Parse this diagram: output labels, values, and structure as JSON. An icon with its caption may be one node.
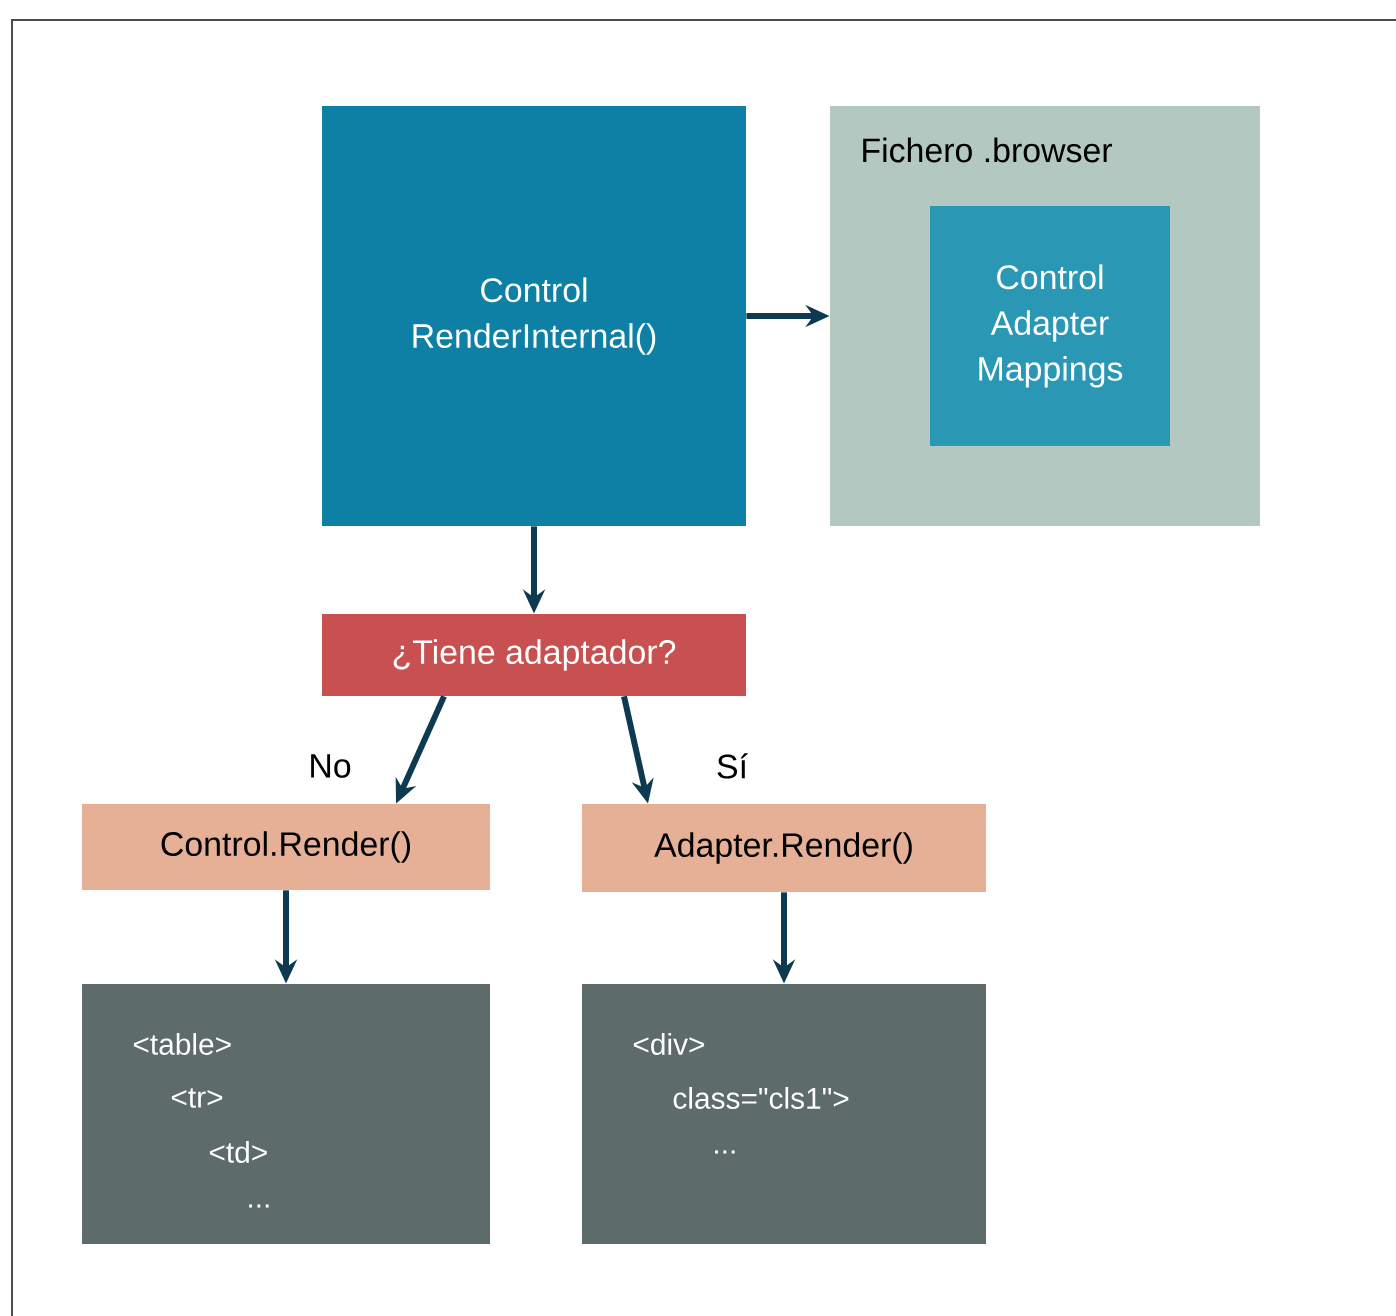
{
  "diagram": {
    "nodes": [
      {
        "text": [
          "Control RenderInternal()"
        ]
      },
      {
        "text": [
          "Fichero .browser"
        ]
      },
      {
        "text": [
          "Control Adapter Mappings"
        ],
        "in": 1
      },
      {
        "text": [
          "¿Tiene adaptador?"
        ]
      },
      {
        "text": [
          "Control.Render()"
        ]
      },
      {
        "text": [
          "Adapter.Render()"
        ]
      },
      {
        "text": [
          "<table>",
          "<tr>",
          "<td>",
          "..."
        ]
      },
      {
        "text": [
          "<div>",
          "class=\"cls1\">",
          "..."
        ]
      }
    ],
    "edges": [
      {
        "from": 0,
        "to": 1,
        "arrow": "to"
      },
      {
        "from": 0,
        "to": 3,
        "arrow": "to"
      },
      {
        "from": 3,
        "to": 4,
        "arrow": "to",
        "label": "No"
      },
      {
        "from": 3,
        "to": 5,
        "arrow": "to",
        "label": "Sí"
      },
      {
        "from": 4,
        "to": 6,
        "arrow": "to"
      },
      {
        "from": 5,
        "to": 7,
        "arrow": "to"
      }
    ]
  }
}
